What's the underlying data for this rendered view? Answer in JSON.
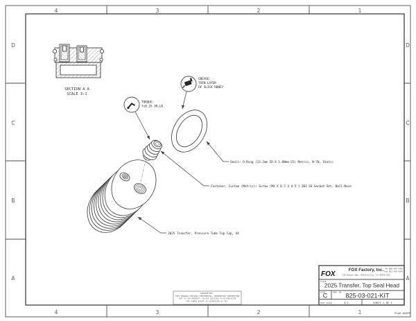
{
  "sheet": {
    "zone_cols": [
      "4",
      "3",
      "2",
      "1"
    ],
    "zone_rows": [
      "D",
      "C",
      "B",
      "A"
    ],
    "plot_note": "ProE ASSEM"
  },
  "section_view": {
    "title": "SECTION A-A",
    "scale": "SCALE 3:1"
  },
  "callouts": {
    "torque_title": "TORQUE:",
    "torque_value": "7±0.25 IN.LB.",
    "grease_title": "GREASE:",
    "grease_l2": "THIN LAYER",
    "grease_l3": "OF SLICK HONEY",
    "seals": "Seals: O-Ring (13.2mm ID X 1.80mm CS) Metric, N-70, Static",
    "fastener": "Fastener, Custom (Metric): Screw [M4 X 0.7 X 4.5 ] 303 SS Socket Set, Ball-Nose",
    "cap": "2025 Transfer, Pressure Tube Top Cap, V4"
  },
  "title_block": {
    "logo": "FOX",
    "company": "FOX Factory, Inc.",
    "address": "130 Hangar Way, Watsonville, CA 95076 USA",
    "phone": "Ph 800-369-7469",
    "fax": "Fax 831-768-9342",
    "title_label": "TITLE",
    "title": "2025 Transfer, Top Seal Head",
    "size_label": "SIZE",
    "size": "C",
    "dwg_label": "DWG. NO.",
    "dwg_no": "825-03-021-KIT",
    "plot_scale_label": "PLOT SCALE",
    "plot_scale": "4:1",
    "sheet_label": "SHEET 1 OF 1"
  },
  "proprietary": {
    "l1": "PROPRIETARY:",
    "l2": "THIS DRAWING CONTAINS CONFIDENTIAL, PROPRIETARY INFORMATION",
    "l3": "THAT IS FOX PROPERTY.  DO NOT DISCLOSE TO OR DUPLICATE",
    "l4": "FOR OTHERS EXCEPT AS AUTHORIZED BY FOX."
  },
  "colors": {
    "line": "#3f3f3f",
    "paper": "#ffffff"
  }
}
